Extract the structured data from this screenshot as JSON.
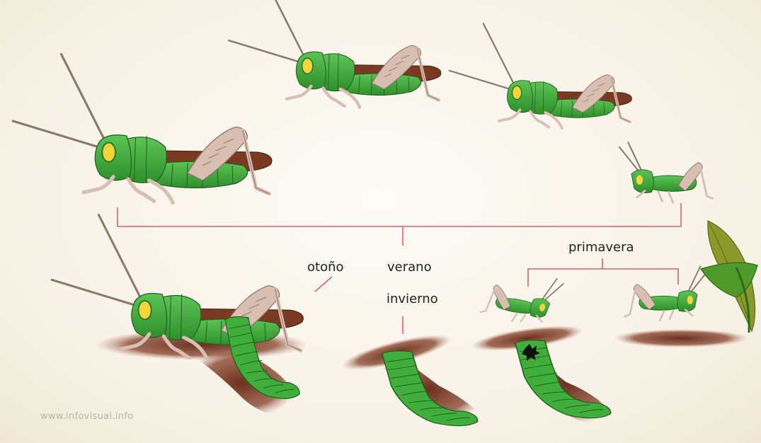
{
  "labels": {
    "autumn": "otoño",
    "summer": "verano",
    "winter": "invierno",
    "spring": "primavera"
  },
  "watermark": "www.infovisual.info",
  "colors": {
    "body_green": "#3fae3a",
    "body_dark": "#2b7a28",
    "wing_brown": "#7a3a22",
    "leg_pink": "#d9bfb2",
    "soil_brown": "#6b2f1d",
    "connector_red": "#e0606a",
    "eye_yellow": "#f3d43a",
    "leaf_olive": "#8a9a2a"
  }
}
